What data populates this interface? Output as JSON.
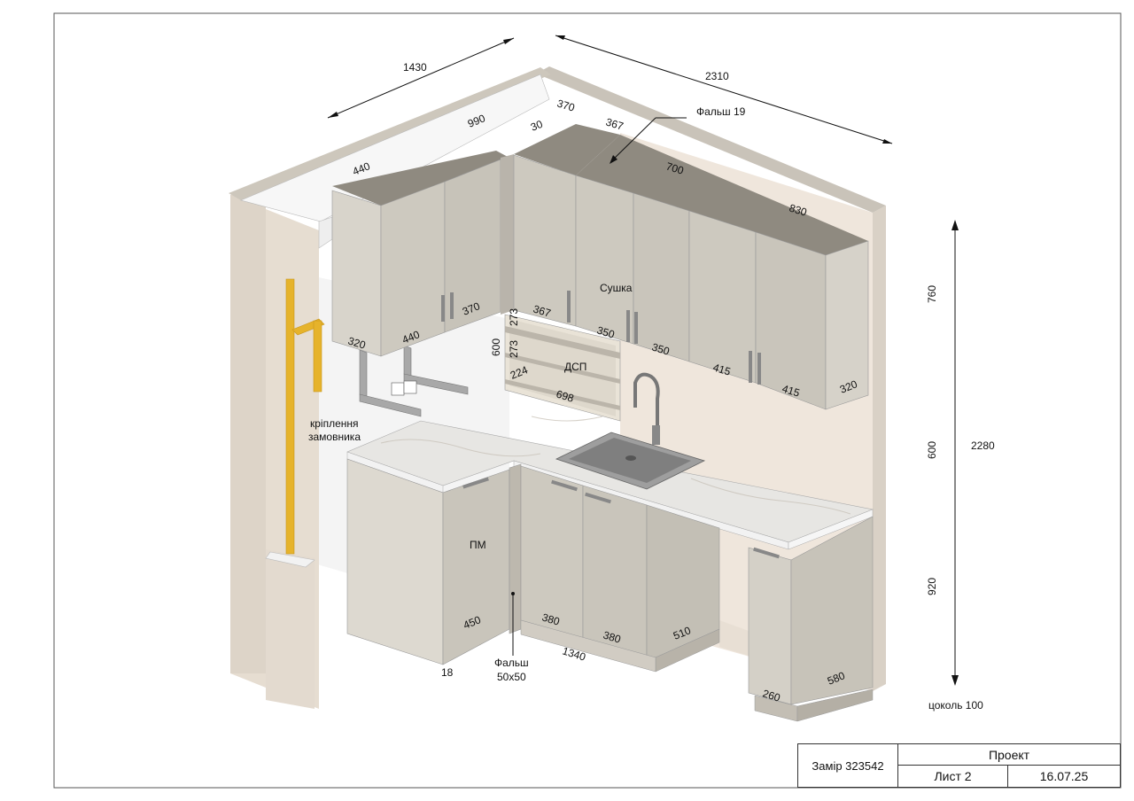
{
  "dimensions": {
    "top_left_width": "1430",
    "top_right_width": "2310",
    "total_height": "2280",
    "upper_height": "760",
    "middle_height": "600",
    "lower_height": "920",
    "plinth": "цоколь 100",
    "false_panel_top": "Фальш 19",
    "false_panel_bottom": "Фальш",
    "false_panel_bottom_size": "50x50",
    "mount_note_line1": "кріплення",
    "mount_note_line2": "замовника",
    "upper": {
      "d990": "990",
      "d440_top": "440",
      "d370_top": "370",
      "d367_top": "367",
      "d30": "30",
      "d700": "700",
      "d830": "830",
      "d370_side": "370",
      "d320_left": "320",
      "d440_bottom": "440",
      "d367_side": "367",
      "d273_a": "273",
      "d273_b": "273",
      "d600_open": "600",
      "d224": "224",
      "d698": "698",
      "d350_a": "350",
      "d350_b": "350",
      "d415_a": "415",
      "d415_b": "415",
      "d320_right": "320"
    },
    "lower": {
      "d450": "450",
      "d18": "18",
      "d380_a": "380",
      "d380_b": "380",
      "d1340": "1340",
      "d510": "510",
      "d260": "260",
      "d580": "580"
    }
  },
  "labels": {
    "dryer": "Сушка",
    "shelf_material": "ДСП",
    "dishwasher": "ПМ"
  },
  "title_block": {
    "measure": "Замір 323542",
    "project": "Проект",
    "sheet": "Лист 2",
    "date": "16.07.25"
  },
  "colors": {
    "facade": "#cdc9bf",
    "facade_dark": "#bab5ab",
    "carcass_top": "#8f8a80",
    "wall": "#efe6dc",
    "wall_edge": "#d9d1c6",
    "countertop": "#e7e6e3",
    "pipe": "#e6b32b",
    "backwall": "#f3f3f3"
  }
}
